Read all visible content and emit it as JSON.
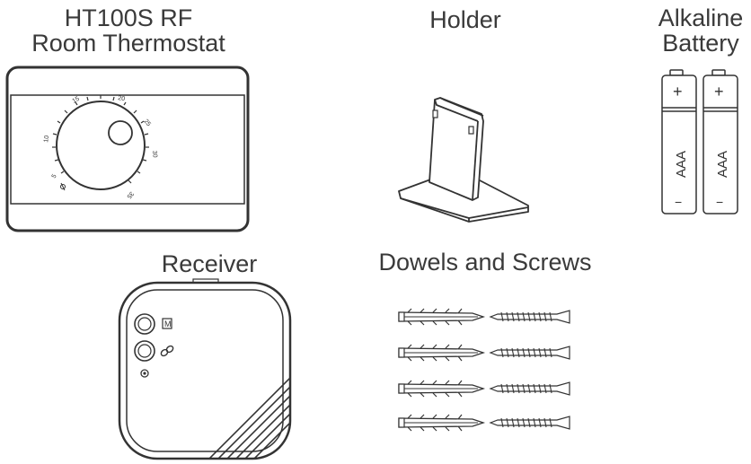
{
  "thermostat": {
    "title_line1": "HT100S RF",
    "title_line2": "Room Thermostat",
    "scale": [
      "5",
      "10",
      "15",
      "20",
      "25",
      "30",
      "35"
    ]
  },
  "holder": {
    "title": "Holder"
  },
  "battery": {
    "title_line1": "Alkaline",
    "title_line2": "Battery",
    "type_label": "AAA",
    "plus_sign": "+",
    "minus_sign": "−"
  },
  "receiver": {
    "title": "Receiver",
    "button_label": "M"
  },
  "fixings": {
    "title": "Dowels and Screws"
  }
}
